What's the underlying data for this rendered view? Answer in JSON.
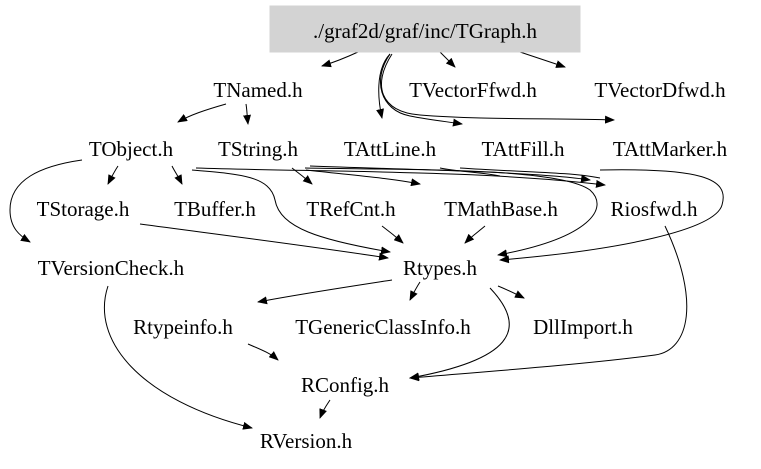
{
  "diagram": {
    "root": "./graf2d/graf/inc/TGraph.h",
    "nodes": [
      {
        "id": "tgraph",
        "label": "./graf2d/graf/inc/TGraph.h",
        "highlight": true
      },
      {
        "id": "tnamed",
        "label": "TNamed.h"
      },
      {
        "id": "tvectorffwd",
        "label": "TVectorFfwd.h"
      },
      {
        "id": "tvectordfwd",
        "label": "TVectorDfwd.h"
      },
      {
        "id": "tobject",
        "label": "TObject.h"
      },
      {
        "id": "tstring",
        "label": "TString.h"
      },
      {
        "id": "tattline",
        "label": "TAttLine.h"
      },
      {
        "id": "tattfill",
        "label": "TAttFill.h"
      },
      {
        "id": "tattmarker",
        "label": "TAttMarker.h"
      },
      {
        "id": "tstorage",
        "label": "TStorage.h"
      },
      {
        "id": "tbuffer",
        "label": "TBuffer.h"
      },
      {
        "id": "trefcnt",
        "label": "TRefCnt.h"
      },
      {
        "id": "tmathbase",
        "label": "TMathBase.h"
      },
      {
        "id": "riosfwd",
        "label": "Riosfwd.h"
      },
      {
        "id": "tversioncheck",
        "label": "TVersionCheck.h"
      },
      {
        "id": "rtypes",
        "label": "Rtypes.h"
      },
      {
        "id": "rtypeinfo",
        "label": "Rtypeinfo.h"
      },
      {
        "id": "tgenericclassinfo",
        "label": "TGenericClassInfo.h"
      },
      {
        "id": "dllimport",
        "label": "DllImport.h"
      },
      {
        "id": "rconfig",
        "label": "RConfig.h"
      },
      {
        "id": "rversion",
        "label": "RVersion.h"
      }
    ],
    "edges": [
      [
        "tgraph",
        "tnamed"
      ],
      [
        "tgraph",
        "tvectorffwd"
      ],
      [
        "tgraph",
        "tvectordfwd"
      ],
      [
        "tgraph",
        "tattline"
      ],
      [
        "tgraph",
        "tattfill"
      ],
      [
        "tgraph",
        "tattmarker"
      ],
      [
        "tnamed",
        "tobject"
      ],
      [
        "tnamed",
        "tstring"
      ],
      [
        "tobject",
        "tstorage"
      ],
      [
        "tobject",
        "tbuffer"
      ],
      [
        "tobject",
        "tversioncheck"
      ],
      [
        "tobject",
        "rtypes"
      ],
      [
        "tobject",
        "riosfwd"
      ],
      [
        "tstring",
        "trefcnt"
      ],
      [
        "tstring",
        "tmathbase"
      ],
      [
        "tstring",
        "rtypes"
      ],
      [
        "tstring",
        "riosfwd"
      ],
      [
        "tattline",
        "rtypes"
      ],
      [
        "tattfill",
        "rtypes"
      ],
      [
        "tattmarker",
        "rtypes"
      ],
      [
        "tstorage",
        "rtypes"
      ],
      [
        "trefcnt",
        "rtypes"
      ],
      [
        "tmathbase",
        "rtypes"
      ],
      [
        "riosfwd",
        "rconfig"
      ],
      [
        "tversioncheck",
        "rversion"
      ],
      [
        "rtypes",
        "rtypeinfo"
      ],
      [
        "rtypes",
        "tgenericclassinfo"
      ],
      [
        "rtypes",
        "dllimport"
      ],
      [
        "rtypes",
        "rconfig"
      ],
      [
        "rtypeinfo",
        "rconfig"
      ],
      [
        "rconfig",
        "rversion"
      ]
    ],
    "colors": {
      "root_fill": "#d3d3d3",
      "edge": "#000000",
      "text": "#000000",
      "background": "#ffffff"
    }
  }
}
